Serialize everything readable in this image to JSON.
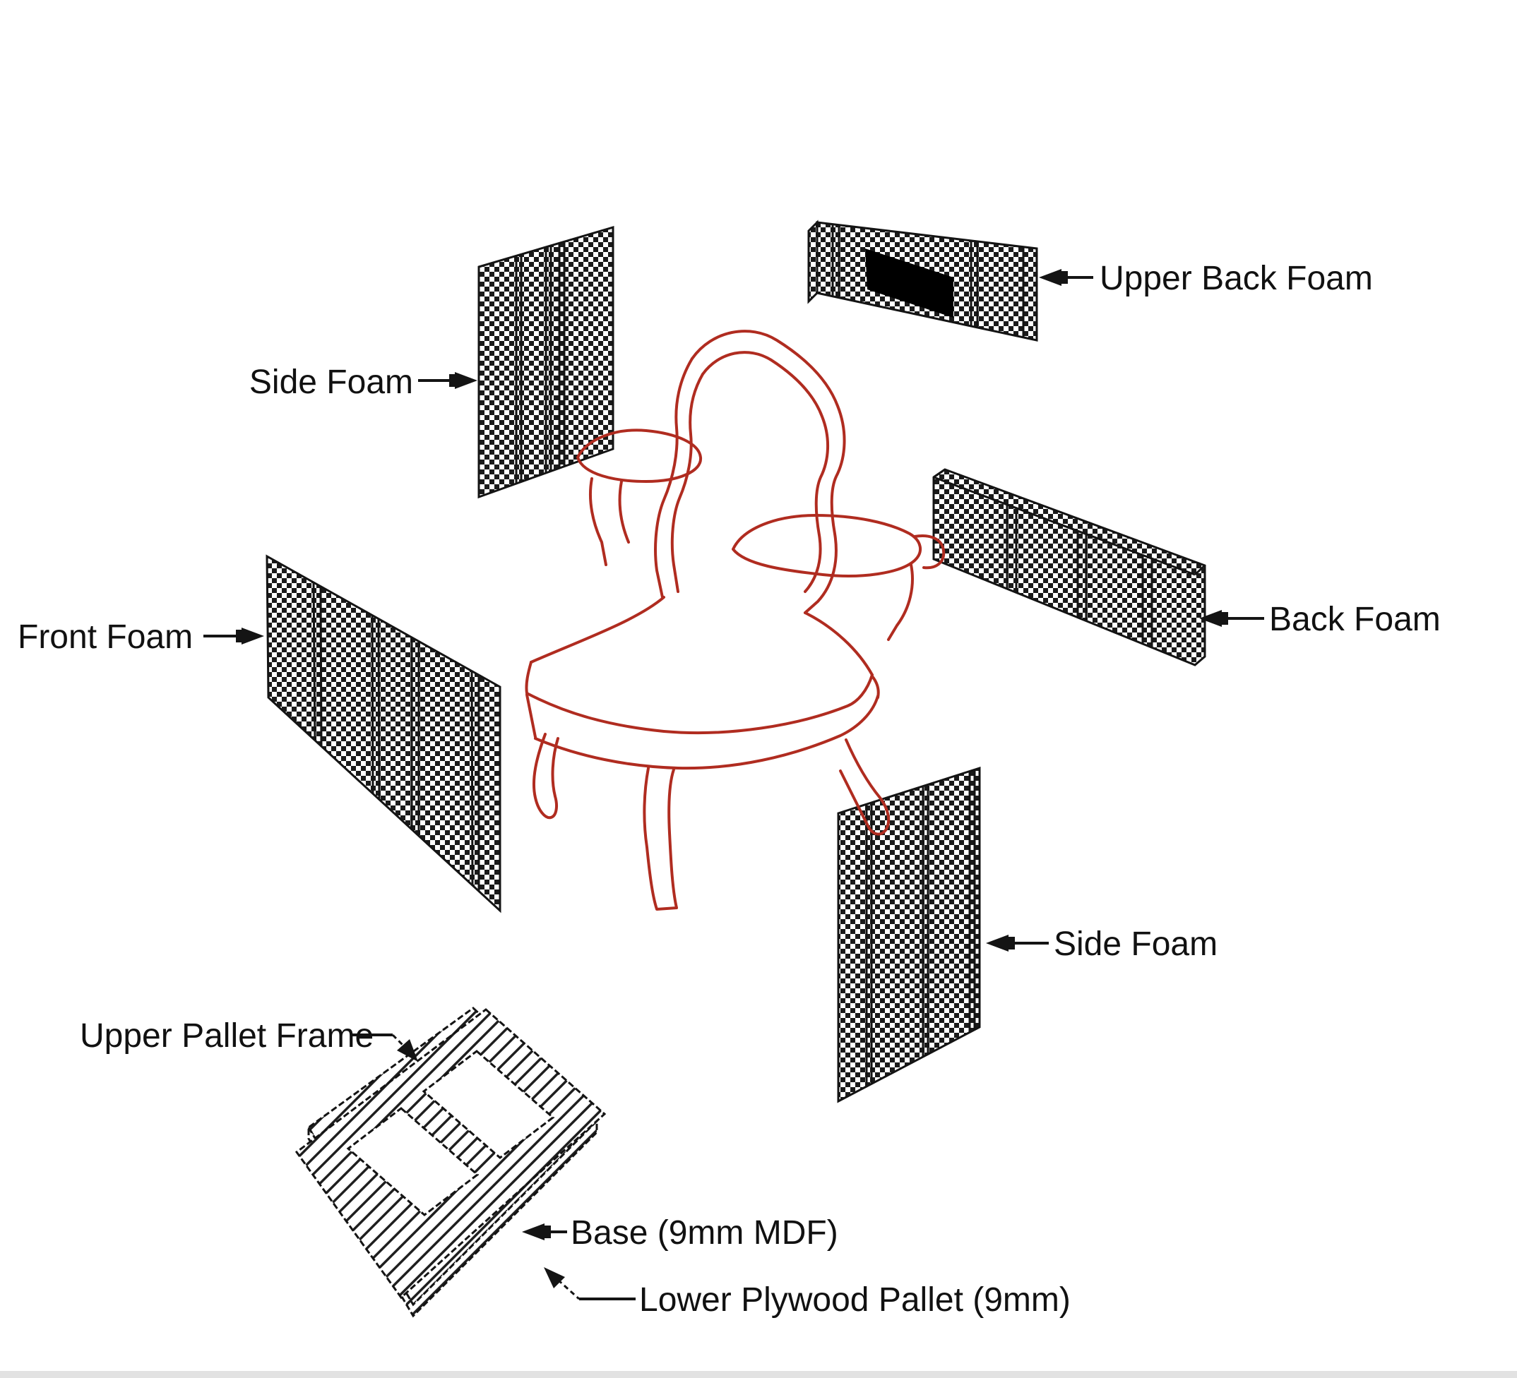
{
  "labels": {
    "side_foam_left": "Side Foam",
    "upper_back_foam": "Upper Back Foam",
    "front_foam": "Front Foam",
    "back_foam": "Back Foam",
    "side_foam_right": "Side Foam",
    "upper_pallet_frame": "Upper Pallet Frame",
    "base": "Base (9mm MDF)",
    "lower_plywood_pallet": "Lower Plywood Pallet (9mm)"
  },
  "colors": {
    "chair_outline": "#b02c20",
    "diagram_line": "#141414",
    "label_text": "#111111",
    "background": "#ffffff"
  }
}
